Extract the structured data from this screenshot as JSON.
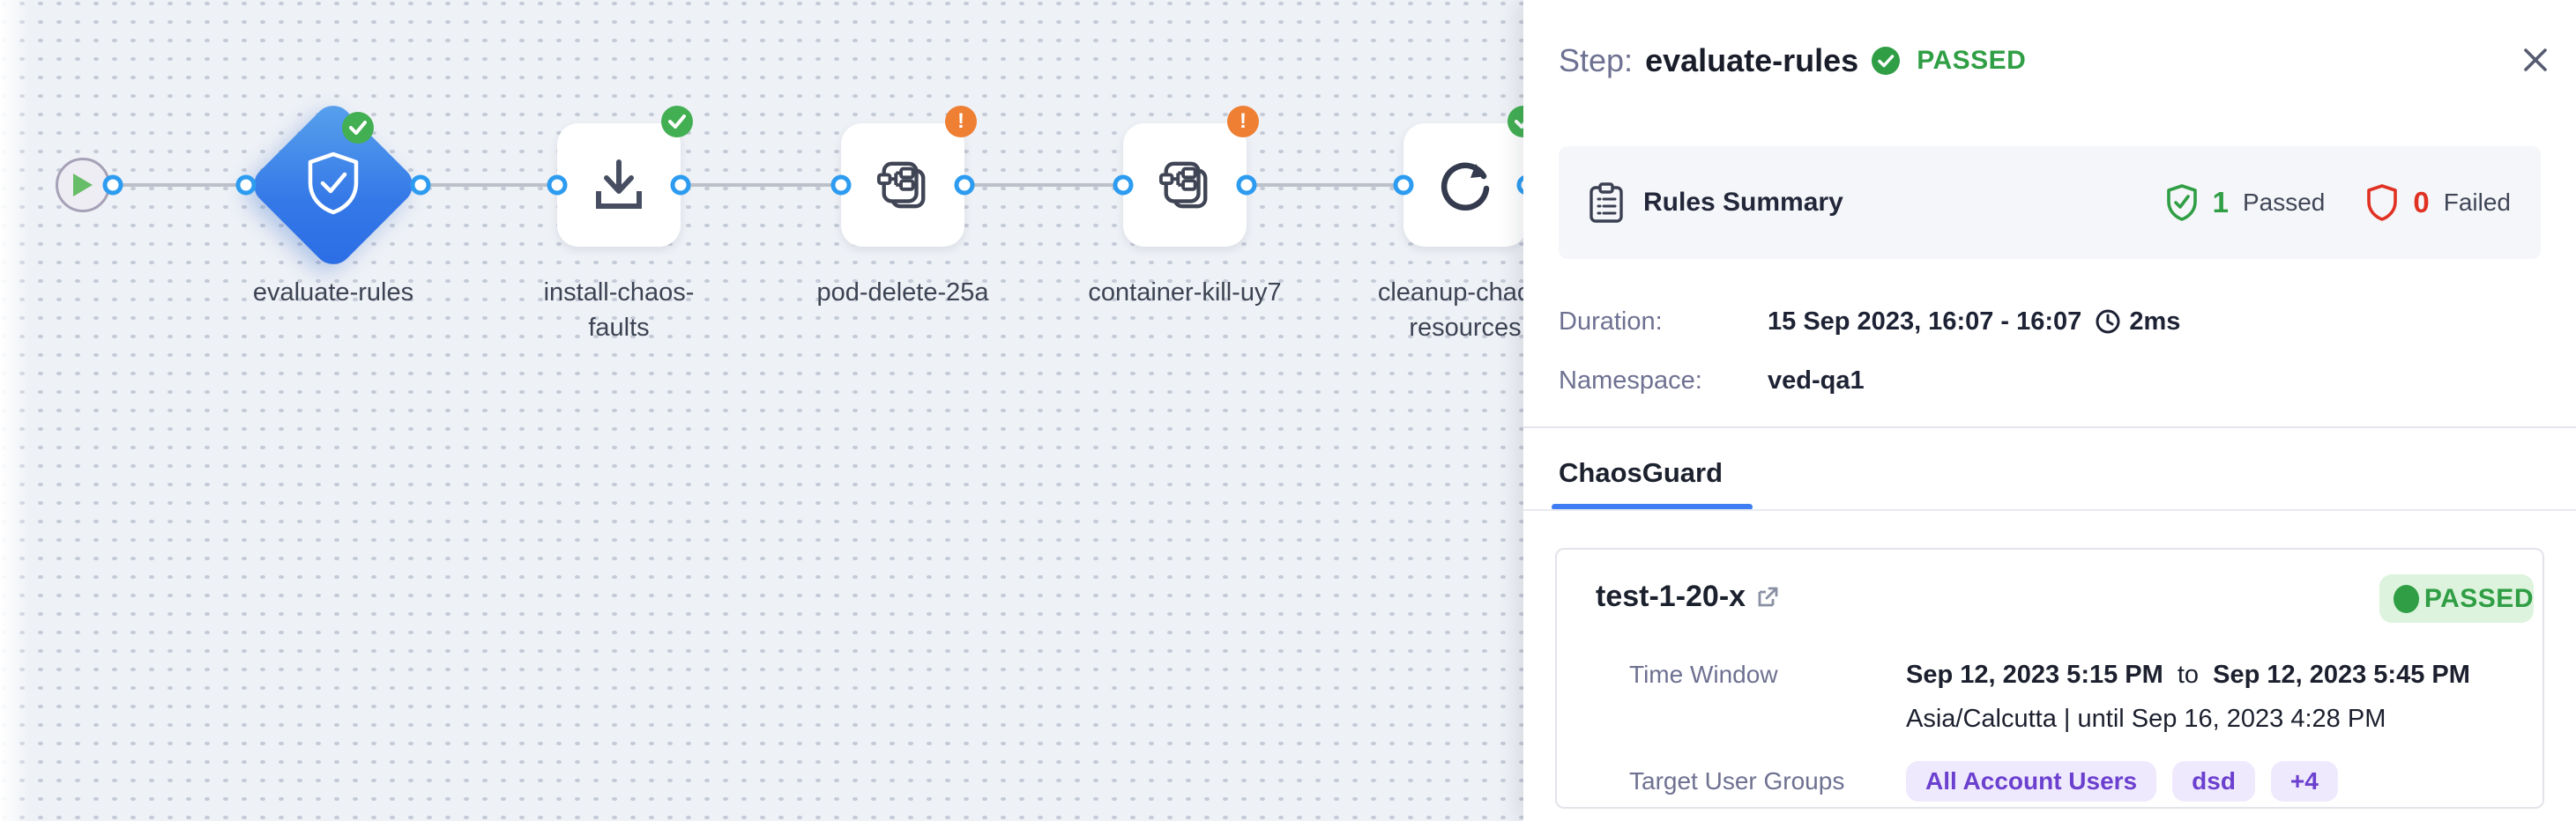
{
  "workflow": {
    "nodes": [
      {
        "id": "start",
        "icon": "play-icon"
      },
      {
        "id": "evaluate-rules",
        "label": "evaluate-rules",
        "status": "passed",
        "icon": "shield-check-icon",
        "selected": true
      },
      {
        "id": "install-chaos-faults",
        "label": "install-chaos-faults",
        "status": "passed",
        "icon": "download-icon"
      },
      {
        "id": "pod-delete-25a",
        "label": "pod-delete-25a",
        "status": "warning",
        "icon": "chaos-fault-icon"
      },
      {
        "id": "container-kill-uy7",
        "label": "container-kill-uy7",
        "status": "warning",
        "icon": "chaos-fault-icon"
      },
      {
        "id": "cleanup-chaos-resources",
        "label": "cleanup-chaos-resources",
        "status": "passed",
        "icon": "retry-icon"
      }
    ]
  },
  "panel": {
    "header": {
      "prefix": "Step:",
      "title": "evaluate-rules",
      "status": "PASSED"
    },
    "rules_summary": {
      "title": "Rules Summary",
      "passed_count": "1",
      "passed_label": "Passed",
      "failed_count": "0",
      "failed_label": "Failed"
    },
    "details": {
      "duration_label": "Duration:",
      "duration_value": "15 Sep 2023, 16:07 - 16:07",
      "duration_elapsed": "2ms",
      "namespace_label": "Namespace:",
      "namespace_value": "ved-qa1"
    },
    "tabs": [
      {
        "label": "ChaosGuard",
        "active": true
      }
    ],
    "guard": {
      "name": "test-1-20-x",
      "status": "PASSED",
      "time_window_label": "Time Window",
      "time_from": "Sep 12, 2023 5:15 PM",
      "time_join": "to",
      "time_to": "Sep 12, 2023 5:45 PM",
      "timezone_info": "Asia/Calcutta | until Sep 16, 2023 4:28 PM",
      "target_groups_label": "Target User Groups",
      "groups": [
        "All Account Users",
        "dsd",
        "+4"
      ]
    }
  },
  "icons": {
    "play-icon": "▶",
    "check-circle-icon": "✓",
    "warning-circle-icon": "!",
    "shield-check-icon": "shield+check",
    "download-icon": "↓ tray",
    "chaos-fault-icon": "stacked-manifest",
    "retry-icon": "circular-arrow",
    "clipboard-icon": "clipboard",
    "clock-icon": "clock",
    "external-link-icon": "↗",
    "close-icon": "✕"
  },
  "colors": {
    "success_green": "#2f9e44",
    "node_badge_green": "#43af53",
    "warning_orange": "#ee7f33",
    "failed_red": "#e03122",
    "selected_node_blue": "#3478e8",
    "port_blue": "#2d9cf0",
    "tab_underline_blue": "#3f7ef2",
    "pill_purple": "#6b40cf",
    "pill_bg": "#efe9fd",
    "label_gray": "#6e7191",
    "canvas_bg": "#eef1f6"
  }
}
